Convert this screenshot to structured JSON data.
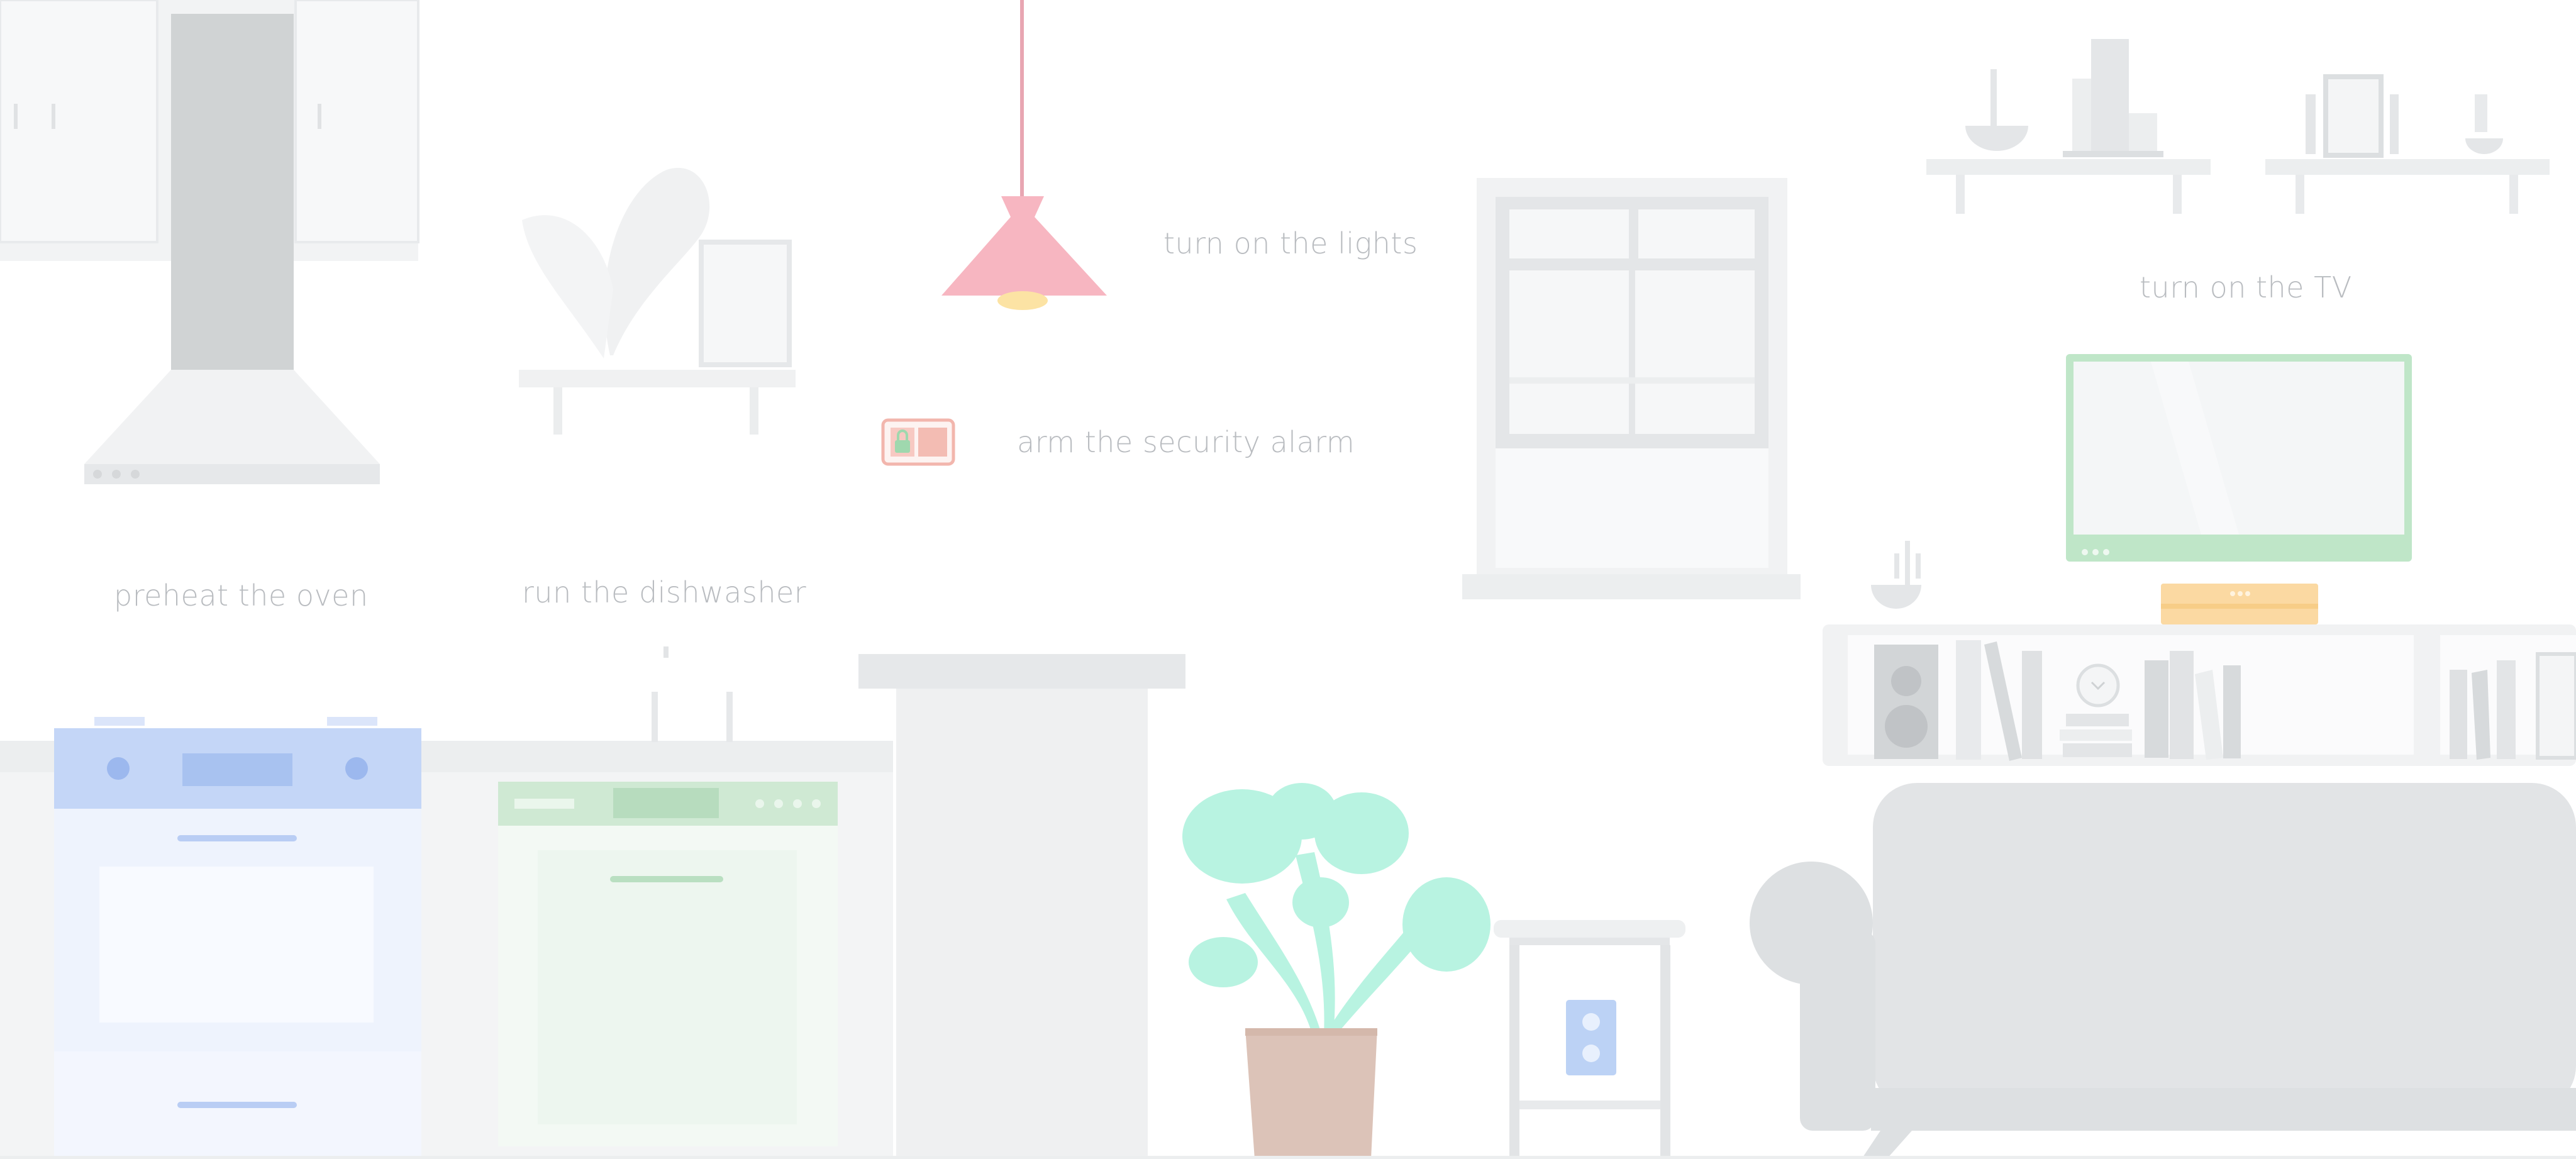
{
  "scene": {
    "actions": {
      "oven": "preheat the oven",
      "dishwasher": "run the dishwasher",
      "lights": "turn on the lights",
      "alarm": "arm the security alarm",
      "tv": "turn on the TV"
    },
    "colors": {
      "lamp": "#f7b6c1",
      "bulb": "#fce3a4",
      "oven_panel": "#c4d6f7",
      "oven_body": "#eef3fd",
      "dishwasher_panel": "#cfe9d3",
      "dishwasher_body": "#f3f9f4",
      "tv_frame": "#bfe6c8",
      "plant_leaf": "#b8f3e1",
      "pot": "#dcc3b8",
      "alarm_border": "#f2b6ad",
      "wall_outlet": "#bcd2f5",
      "cable_box": "#fbd9a2",
      "furniture_gray": "#e8eaed"
    },
    "icons": [
      "range-hood-icon",
      "ceiling-lamp-icon",
      "alarm-keypad-icon",
      "power-outlet-icon",
      "clock-icon"
    ]
  }
}
